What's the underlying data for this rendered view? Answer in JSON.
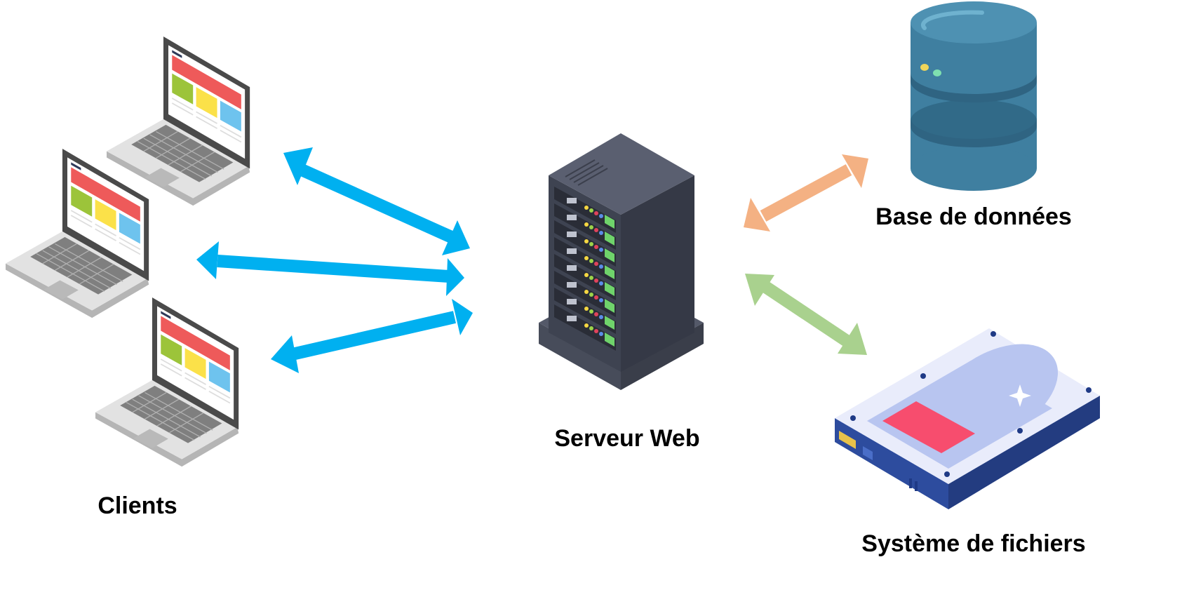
{
  "labels": {
    "clients": "Clients",
    "server": "Serveur Web",
    "database": "Base de données",
    "filesystem": "Système de fichiers"
  },
  "colors": {
    "client_arrows": "#00b0f0",
    "database_arrow": "#f4b183",
    "filesystem_arrow": "#a9d18e",
    "server_body": "#3d4250",
    "database_body": "#3f7fa0",
    "disk_casing": "#2d4c9e",
    "disk_platter": "#b8c5f0",
    "disk_label": "#f74d6e"
  },
  "icons": [
    "laptop-icon",
    "server-icon",
    "database-icon",
    "hard-drive-icon"
  ]
}
